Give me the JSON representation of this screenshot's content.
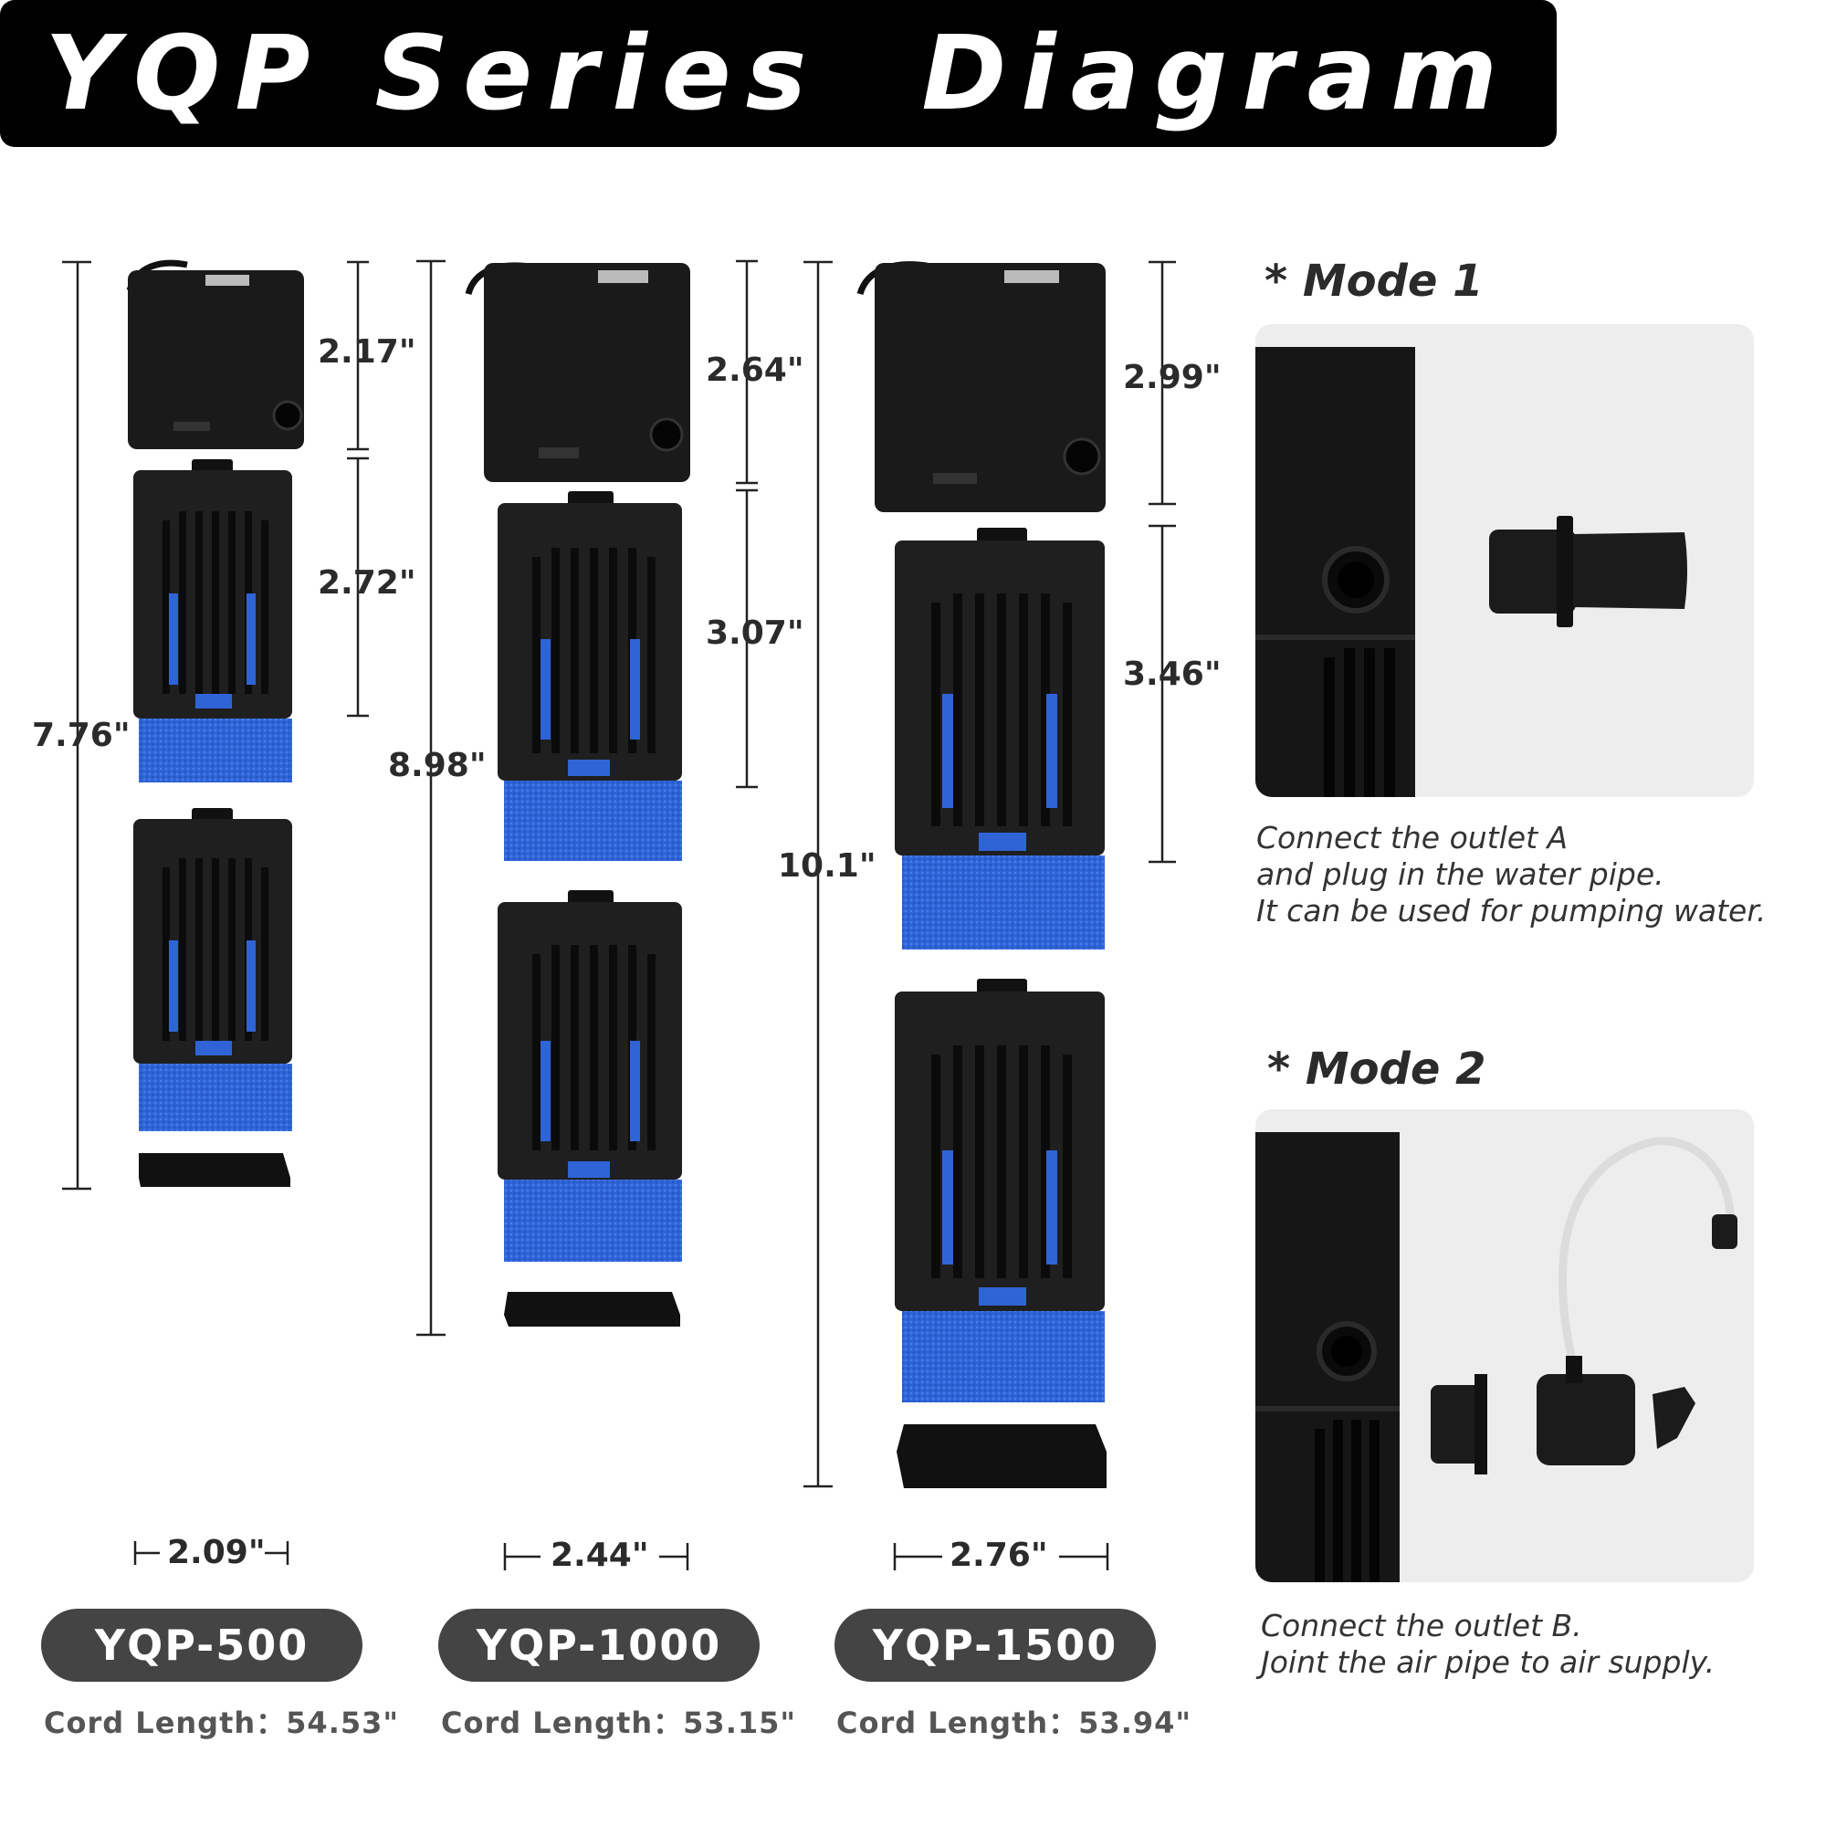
{
  "title": "YQP Series  Diagram",
  "models": [
    {
      "name": "YQP-500",
      "cord": "Cord Length：54.53\"",
      "total_height": "7.76\"",
      "motor_height": "2.17\"",
      "filter_height": "2.72\"",
      "width": "2.09\""
    },
    {
      "name": "YQP-1000",
      "cord": "Cord Length：53.15\"",
      "total_height": "8.98\"",
      "motor_height": "2.64\"",
      "filter_height": "3.07\"",
      "width": "2.44\""
    },
    {
      "name": "YQP-1500",
      "cord": "Cord Length：53.94\"",
      "total_height": "10.1\"",
      "motor_height": "2.99\"",
      "filter_height": "3.46\"",
      "width": "2.76\""
    }
  ],
  "mode1": {
    "title": "* Mode 1",
    "lines": [
      "Connect the outlet A",
      "and plug in the water pipe.",
      "It can be used for pumping water."
    ]
  },
  "mode2": {
    "title": "* Mode 2",
    "lines": [
      "Connect the outlet B.",
      "Joint the air pipe to air supply."
    ]
  },
  "colors": {
    "pump_black": "#1a1a1a",
    "sponge_blue": "#2f64d6",
    "pill_gray": "#444444",
    "panel_gray": "#ededed"
  }
}
